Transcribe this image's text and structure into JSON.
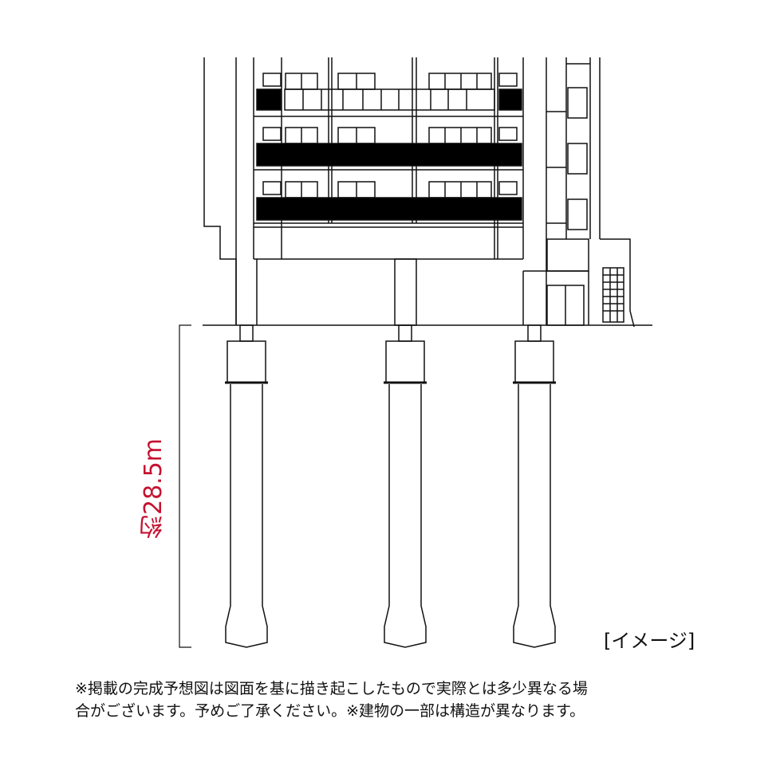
{
  "diagram": {
    "depth_label": "約28.5m",
    "image_label": "[イメージ]",
    "colors": {
      "line": "#111111",
      "accent": "#c41230",
      "fill": "#000000"
    }
  },
  "note": {
    "line1": "※掲載の完成予想図は図面を基に描き起こしたもので実際とは多少異なる場",
    "line2": "合がございます。予めご了承ください。※建物の一部は構造が異なります。"
  }
}
